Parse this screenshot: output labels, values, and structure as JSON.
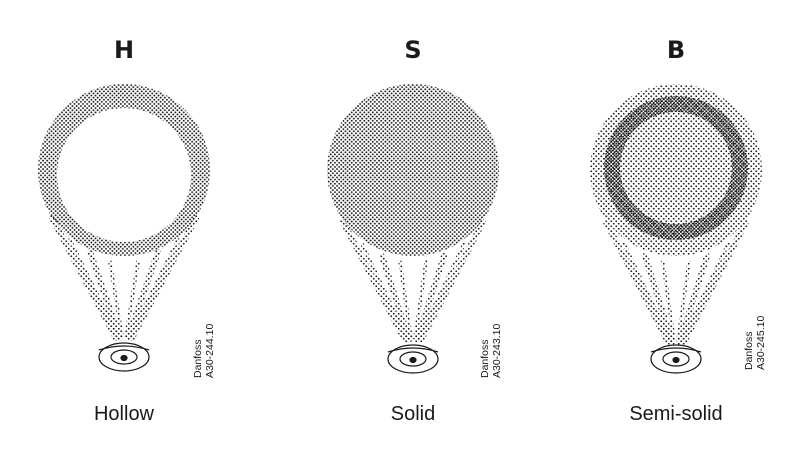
{
  "patterns": [
    {
      "letter": "H",
      "caption": "Hollow",
      "reference": [
        "Danfoss",
        "A30-244.10"
      ],
      "fill": "hollow"
    },
    {
      "letter": "S",
      "caption": "Solid",
      "reference": [
        "Danfoss",
        "A30-243.10"
      ],
      "fill": "solid"
    },
    {
      "letter": "B",
      "caption": "Semi-solid",
      "reference": [
        "Danfoss",
        "A30-245.10"
      ],
      "fill": "semi-solid"
    }
  ],
  "colors": {
    "ink": "#1a1a1a",
    "background": "#ffffff"
  }
}
